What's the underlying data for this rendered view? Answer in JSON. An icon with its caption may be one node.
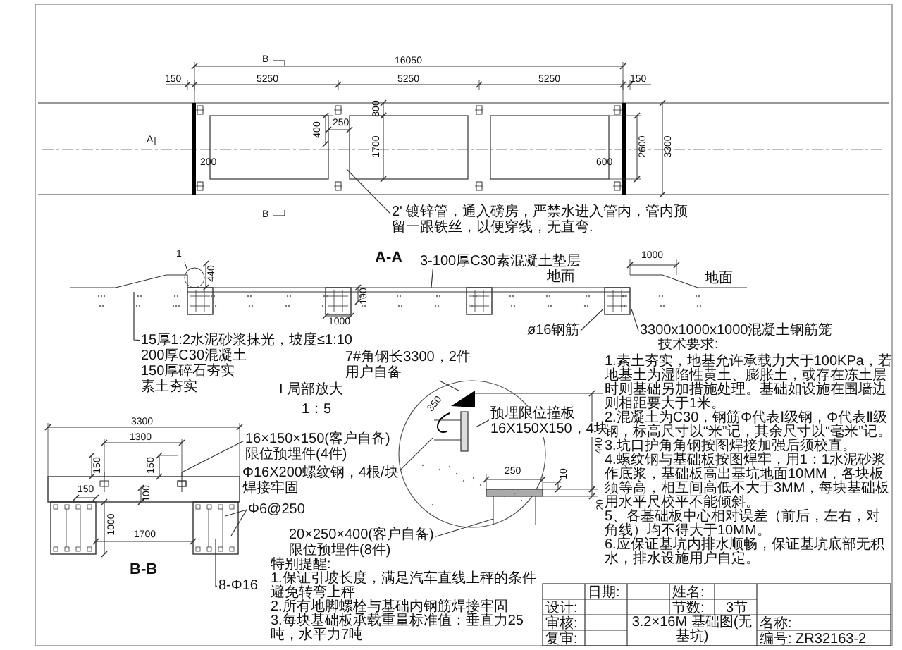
{
  "diagram": {
    "nodes": [
      {
        "text": [
          "2' 镀锌管，通入磅房，严禁水进入管内，管内预留一跟铁丝，以便穿线，无直弯."
        ]
      },
      {
        "text": [
          "3-100厚C30素混凝土垫层"
        ]
      },
      {
        "text": [
          "ø16钢筋"
        ]
      },
      {
        "text": [
          "3300x1000x1000混凝土钢筋笼"
        ]
      },
      {
        "text": [
          "15厚1:2水泥砂浆抹光，坡度≤1:10",
          "200厚C30混凝土",
          "150厚碎石夯实",
          "素土夯实"
        ]
      },
      {
        "text": [
          "7#角钢长3300，2件",
          "用户自备"
        ]
      },
      {
        "text": [
          "预埋限位撞板",
          "16X150X150，4块"
        ]
      },
      {
        "text": [
          "Φ16X200螺纹钢，4根/块",
          "焊接牢固"
        ]
      },
      {
        "text": [
          "20×250×400(客户自备)",
          "限位预埋件(8件)"
        ]
      },
      {
        "text": [
          "16×150×150(客户自备)",
          "限位预埋件(4件)"
        ]
      },
      {
        "text": [
          "Φ6@250"
        ]
      },
      {
        "text": [
          "8-Φ16"
        ]
      },
      {
        "text": [],
        "shape": "box"
      },
      {
        "text": [],
        "shape": "picture"
      },
      {
        "text": [],
        "shape": "box"
      }
    ],
    "edges": [
      {
        "from": 0,
        "to": null,
        "arrow": "none"
      },
      {
        "from": 1,
        "to": null,
        "arrow": "none"
      },
      {
        "from": 2,
        "to": 12,
        "arrow": "none"
      },
      {
        "from": 3,
        "to": 12,
        "arrow": "none"
      },
      {
        "from": 4,
        "to": null,
        "arrow": "none"
      },
      {
        "from": 5,
        "to": 13,
        "arrow": "none"
      },
      {
        "from": 6,
        "to": 13,
        "arrow": "none"
      },
      {
        "from": 7,
        "to": 13,
        "arrow": "none"
      },
      {
        "from": 8,
        "to": null,
        "arrow": "none"
      },
      {
        "from": 9,
        "to": 14,
        "arrow": "none"
      },
      {
        "from": 10,
        "to": null,
        "arrow": "none"
      },
      {
        "from": 10,
        "to": null,
        "arrow": "none"
      },
      {
        "from": 11,
        "to": null,
        "arrow": "none"
      }
    ],
    "labels": [
      "B",
      "16050",
      "150",
      "5250",
      "5250",
      "5250",
      "150",
      "400",
      "250",
      "800",
      "1700",
      "A",
      "200",
      "600",
      "2600",
      "3300",
      "B",
      "1",
      "440",
      "A-A",
      "1000",
      "地面",
      "地面",
      "100",
      "1000",
      "I 局部放大",
      "1：5",
      "350",
      "250",
      "10",
      "440",
      "20",
      "3300",
      "1300",
      "150",
      "150",
      "150",
      "100",
      "1000",
      "1700",
      "B-B",
      "技术要求:",
      "1.素土夯实，地基允许承载力大于100KPa，若地基土为湿陷性黄土、膨胀土，或存在冻土层时则基础另加措施处理。基础如设施在围墙边则相距要大于1米。",
      "2.混凝土为C30，钢筋Φ代表Ⅰ级钢，Φ代表Ⅱ级钢，标高尺寸以“米”记，其余尺寸以“毫米”记。",
      "3.坑口护角角钢按图焊接加强后须校直。",
      "4.螺纹钢与基础板按图焊牢，用1：1水泥砂浆作底浆，基础板高出基坑地面10MM，各块板须等高，相互间高低不大于3MM，每块基础板用水平尺校平不能倾斜。",
      "5、各基础板中心相对误差（前后，左右，对角线）均不得大于10MM。",
      "6.应保证基坑内排水顺畅，保证基坑底部无积水，排水设施用户自定。",
      "特别提醒:",
      "1.保证引坡长度，满足汽车直线上秤的条件避免转弯上秤",
      "2.所有地脚螺栓与基础内钢筋焊接牢固",
      "3.每块基础板承载重量标准值：垂直力25吨，水平力7吨",
      "日期:",
      "姓名:",
      "设计:",
      "节数:",
      "3节",
      "审核:",
      "3.2×16M 基础图(无基坑)",
      "名称:",
      "复审:",
      "编号: ZR32163-2"
    ]
  }
}
